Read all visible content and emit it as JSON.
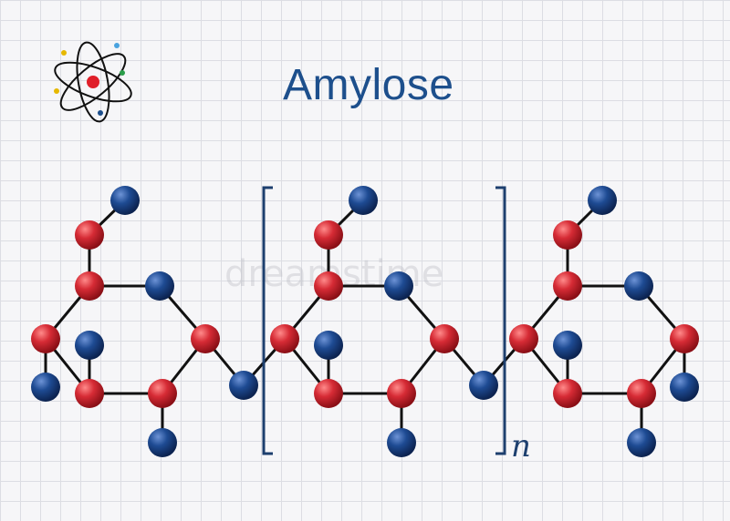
{
  "title": "Amylose",
  "repeat_subscript": "n",
  "watermark_text": "dreamstime",
  "icon": "atom-icon",
  "colors": {
    "title": "#1d4f8c",
    "oxygen_atom": "#d62b35",
    "carbon_atom": "#1b3f7a",
    "bond": "#111111",
    "bracket": "#1d3f6e"
  }
}
